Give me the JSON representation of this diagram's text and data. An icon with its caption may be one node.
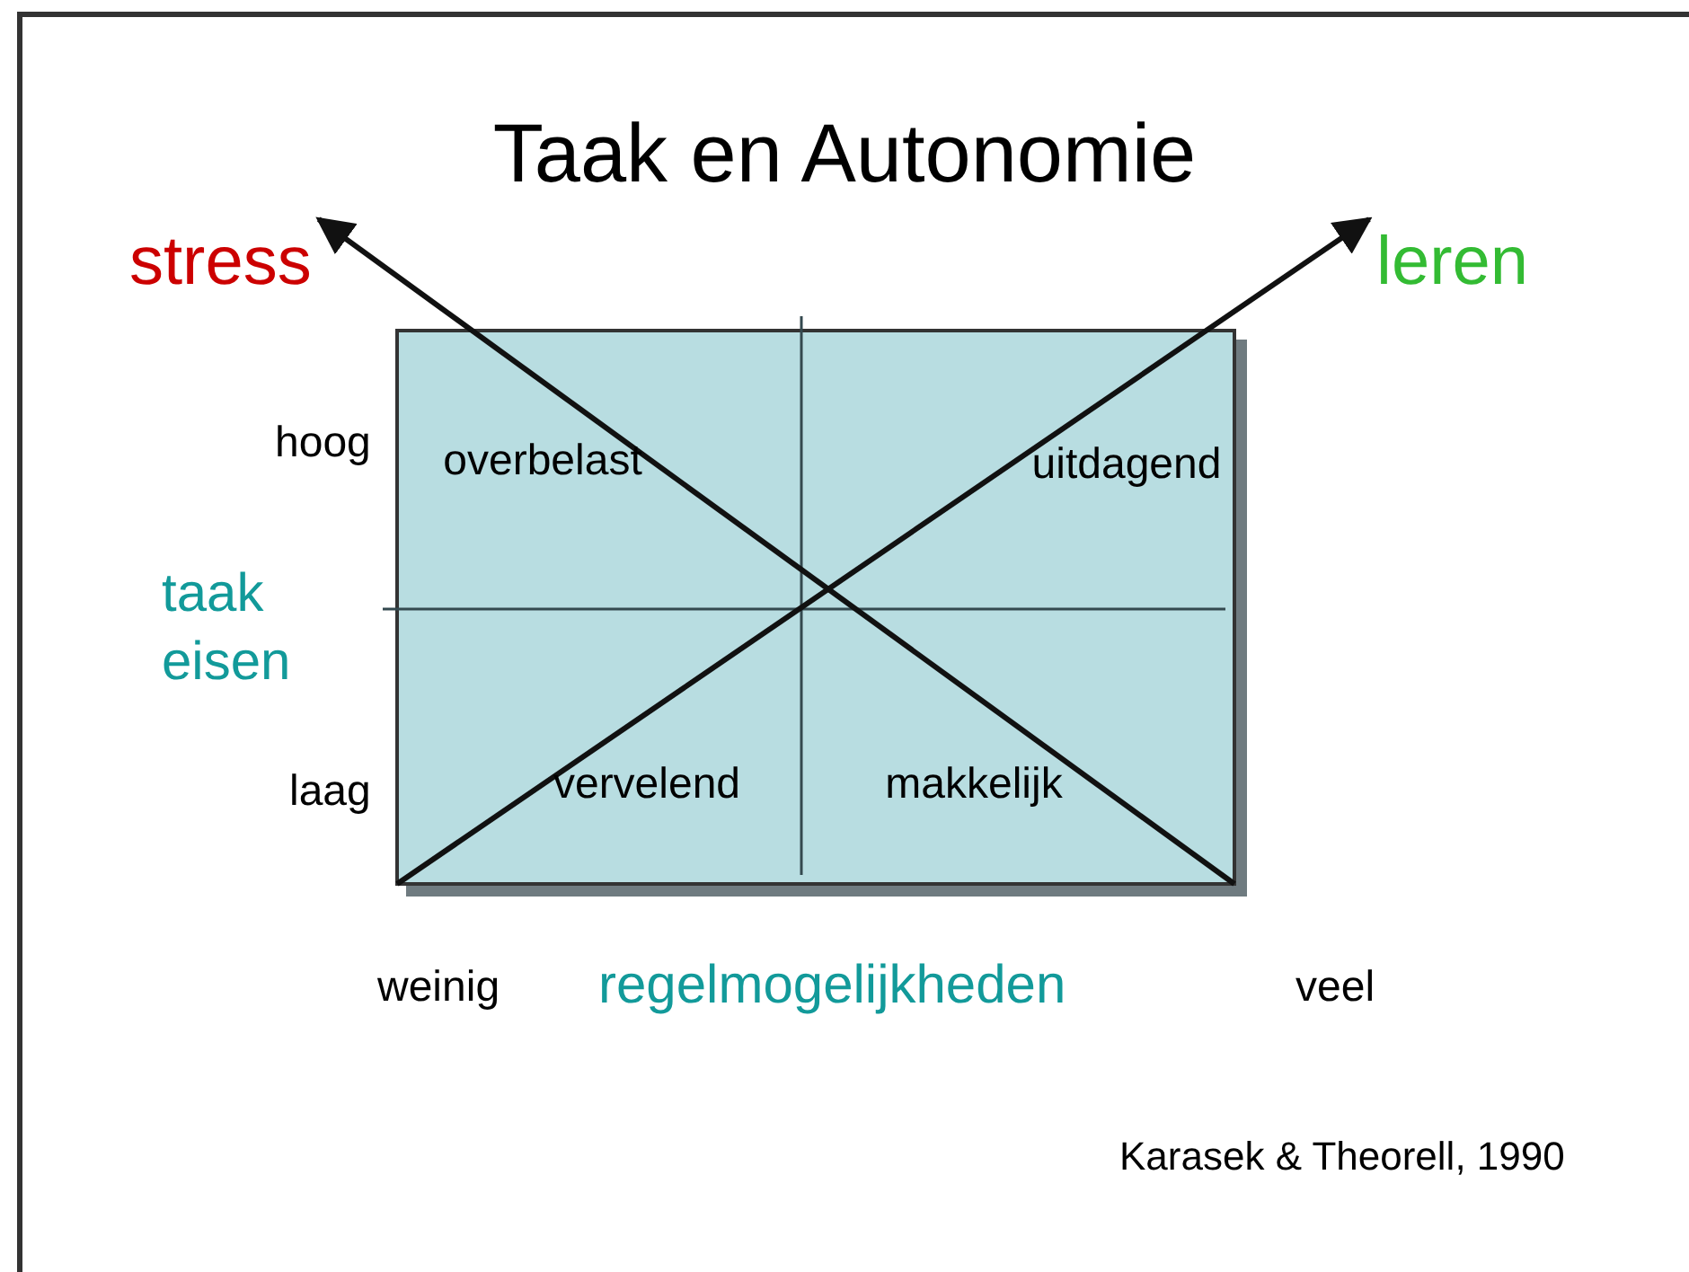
{
  "diagram": {
    "title": "Taak en Autonomie",
    "nodes": [
      {
        "text": [
          "overbelast",
          "uitdagend",
          "vervelend",
          "makkelijk"
        ]
      },
      {
        "text": [
          "stress"
        ]
      },
      {
        "text": [
          "leren"
        ]
      }
    ],
    "edges": [
      {
        "from": 0,
        "to": 1,
        "arrow": "to"
      },
      {
        "from": 0,
        "to": 2,
        "arrow": "to"
      }
    ],
    "labels": [
      "hoog",
      "taak eisen",
      "laag",
      "weinig",
      "regelmogelijkheden",
      "veel",
      "Karasek & Theorell, 1990"
    ]
  }
}
